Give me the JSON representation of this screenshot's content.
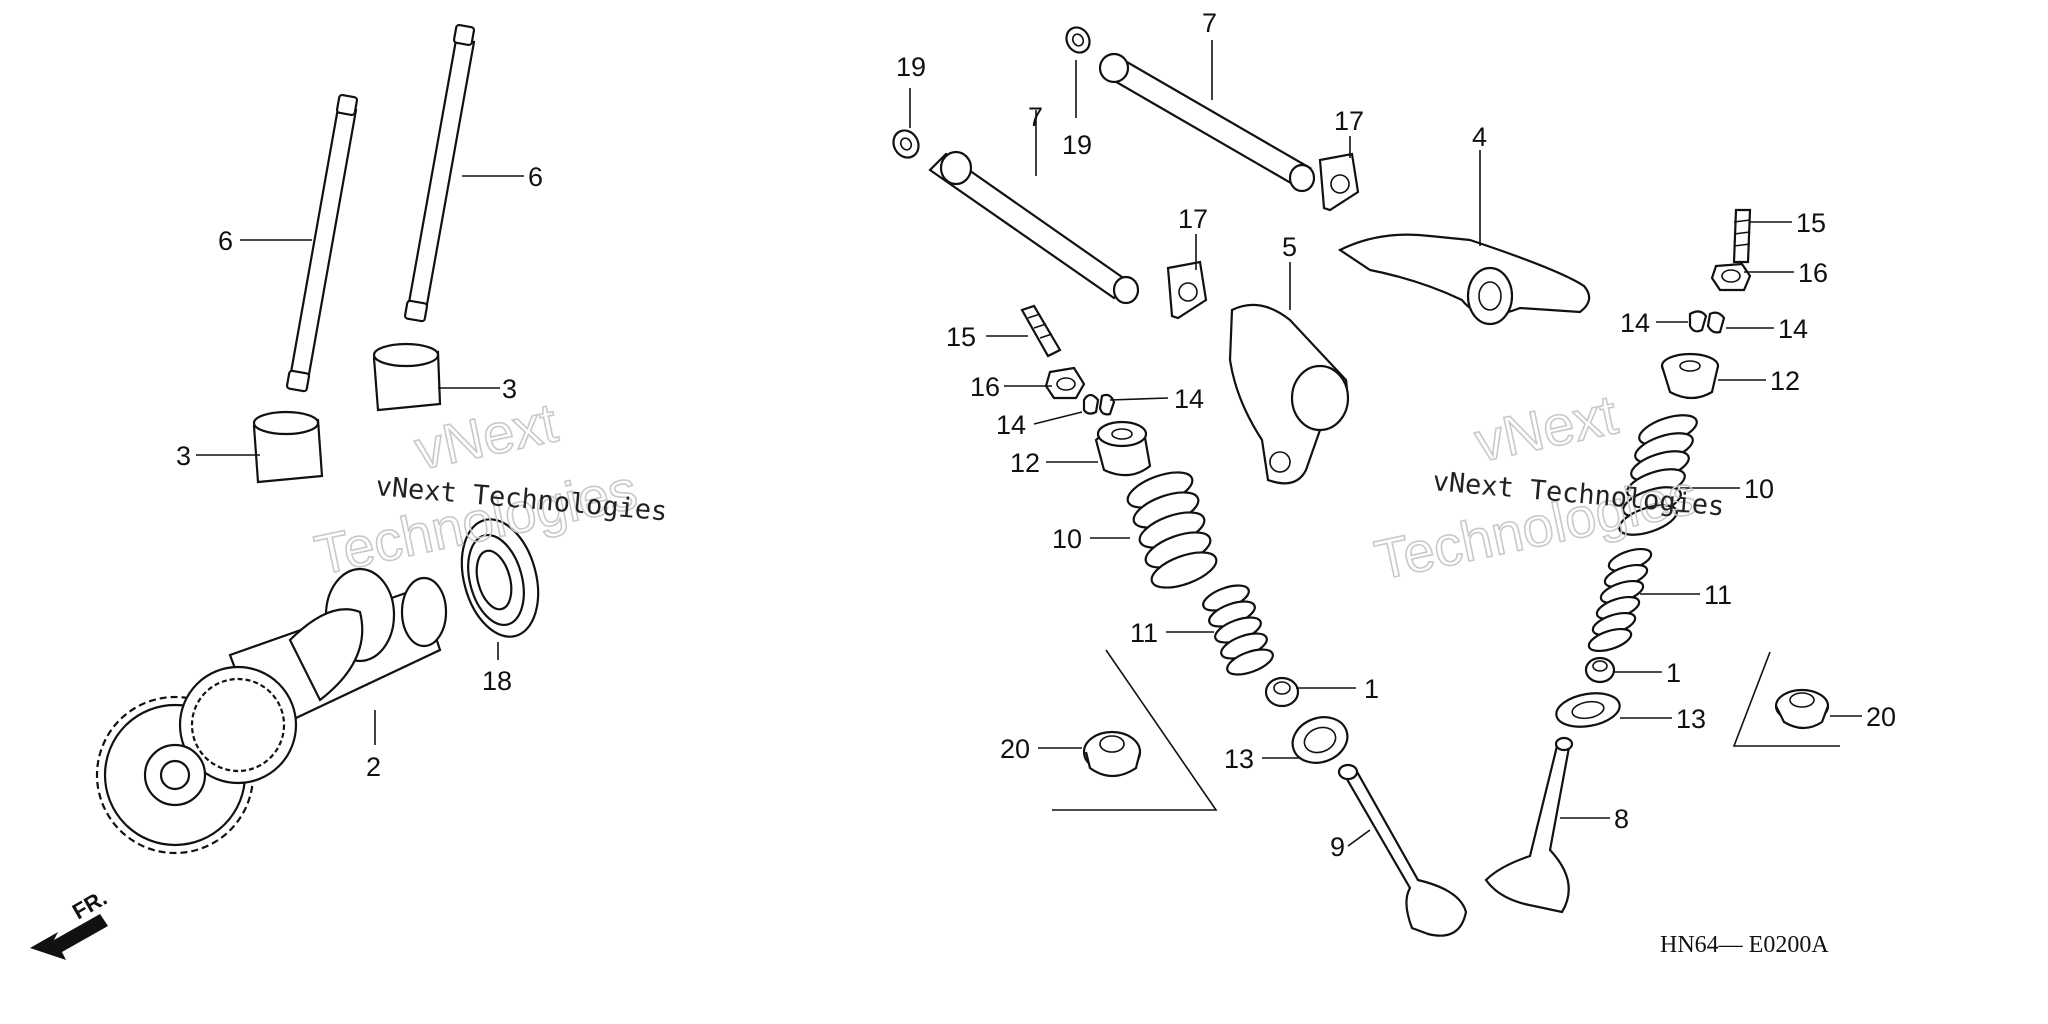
{
  "diagram_code": "HN64— E0200A",
  "front_marker": "FR.",
  "watermark": {
    "small_text": "vNext Technologies",
    "big_line1": "vNext",
    "big_line2": "Technologies"
  },
  "callouts": {
    "c1a": "1",
    "c1b": "1",
    "c2": "2",
    "c3a": "3",
    "c3b": "3",
    "c4": "4",
    "c5": "5",
    "c6a": "6",
    "c6b": "6",
    "c7a": "7",
    "c7b": "7",
    "c8": "8",
    "c9": "9",
    "c10a": "10",
    "c10b": "10",
    "c11a": "11",
    "c11b": "11",
    "c12a": "12",
    "c12b": "12",
    "c13a": "13",
    "c13b": "13",
    "c14a": "14",
    "c14b": "14",
    "c14c": "14",
    "c14d": "14",
    "c15a": "15",
    "c15b": "15",
    "c16a": "16",
    "c16b": "16",
    "c17a": "17",
    "c17b": "17",
    "c18": "18",
    "c19a": "19",
    "c19b": "19",
    "c20a": "20",
    "c20b": "20"
  }
}
